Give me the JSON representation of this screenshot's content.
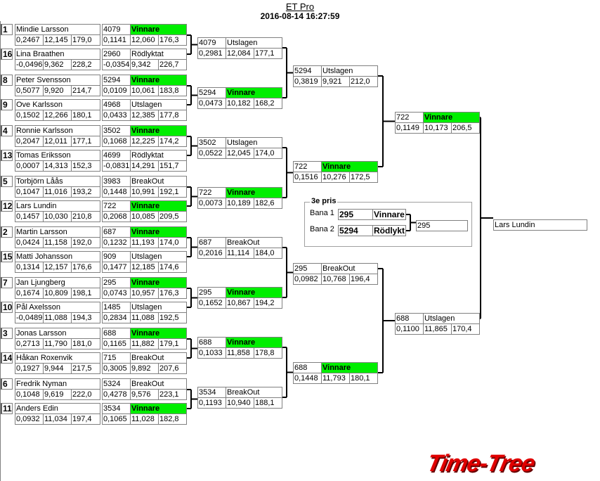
{
  "header": {
    "title": "ET Pro",
    "datetime": "2016-08-14 16:27:59"
  },
  "round1": [
    {
      "seed": "1",
      "name": "Mindie Larsson",
      "stats": [
        "0,2467",
        "12,145",
        "179,0"
      ],
      "result": {
        "number": "4079",
        "status": "Vinnare",
        "stats": [
          "0,1141",
          "12,060",
          "176,3"
        ]
      }
    },
    {
      "seed": "16",
      "name": "Lina Braathen",
      "stats": [
        "-0,0496",
        "9,362",
        "228,2"
      ],
      "result": {
        "number": "2960",
        "status": "Rödlyktat",
        "stats": [
          "-0,0354",
          "9,342",
          "226,7"
        ]
      }
    },
    {
      "seed": "8",
      "name": "Peter Svensson",
      "stats": [
        "0,5077",
        "9,920",
        "214,7"
      ],
      "result": {
        "number": "5294",
        "status": "Vinnare",
        "stats": [
          "0,0109",
          "10,061",
          "183,8"
        ]
      }
    },
    {
      "seed": "9",
      "name": "Ove Karlsson",
      "stats": [
        "0,1502",
        "12,266",
        "180,1"
      ],
      "result": {
        "number": "4968",
        "status": "Utslagen",
        "stats": [
          "0,0433",
          "12,385",
          "177,8"
        ]
      }
    },
    {
      "seed": "4",
      "name": "Ronnie  Karlsson",
      "stats": [
        "0,2047",
        "12,011",
        "177,1"
      ],
      "result": {
        "number": "3502",
        "status": "Vinnare",
        "stats": [
          "0,1068",
          "12,225",
          "174,2"
        ]
      }
    },
    {
      "seed": "13",
      "name": "Tomas Eriksson",
      "stats": [
        "0,0007",
        "14,313",
        "152,3"
      ],
      "result": {
        "number": "4699",
        "status": "Rödlyktat",
        "stats": [
          "-0,0831",
          "14,291",
          "151,7"
        ]
      }
    },
    {
      "seed": "5",
      "name": "Torbjörn Låås",
      "stats": [
        "0,1047",
        "11,016",
        "193,2"
      ],
      "result": {
        "number": "3983",
        "status": "BreakOut",
        "stats": [
          "0,1448",
          "10,991",
          "192,1"
        ]
      }
    },
    {
      "seed": "12",
      "name": "Lars Lundin",
      "stats": [
        "0,1457",
        "10,030",
        "210,8"
      ],
      "result": {
        "number": "722",
        "status": "Vinnare",
        "stats": [
          "0,2068",
          "10,085",
          "209,5"
        ]
      }
    },
    {
      "seed": "2",
      "name": "Martin Larsson",
      "stats": [
        "0,0424",
        "11,158",
        "192,0"
      ],
      "result": {
        "number": "687",
        "status": "Vinnare",
        "stats": [
          "0,1232",
          "11,193",
          "174,0"
        ]
      }
    },
    {
      "seed": "15",
      "name": "Matti Johansson",
      "stats": [
        "0,1314",
        "12,157",
        "176,6"
      ],
      "result": {
        "number": "909",
        "status": "Utslagen",
        "stats": [
          "0,1477",
          "12,185",
          "174,6"
        ]
      }
    },
    {
      "seed": "7",
      "name": "Jan Ljungberg",
      "stats": [
        "0,1674",
        "10,809",
        "198,1"
      ],
      "result": {
        "number": "295",
        "status": "Vinnare",
        "stats": [
          "0,0743",
          "10,957",
          "176,3"
        ]
      }
    },
    {
      "seed": "10",
      "name": "Pål Axelsson",
      "stats": [
        "-0,0489",
        "11,088",
        "194,3"
      ],
      "result": {
        "number": "1485",
        "status": "Utslagen",
        "stats": [
          "0,2834",
          "11,088",
          "192,5"
        ]
      }
    },
    {
      "seed": "3",
      "name": "Jonas Larsson",
      "stats": [
        "0,2713",
        "11,790",
        "181,0"
      ],
      "result": {
        "number": "688",
        "status": "Vinnare",
        "stats": [
          "0,1165",
          "11,882",
          "179,1"
        ]
      }
    },
    {
      "seed": "14",
      "name": "Håkan Roxenvik",
      "stats": [
        "0,1927",
        "9,944",
        "217,5"
      ],
      "result": {
        "number": "715",
        "status": "BreakOut",
        "stats": [
          "0,3005",
          "9,892",
          "207,6"
        ]
      }
    },
    {
      "seed": "6",
      "name": "Fredrik Nyman",
      "stats": [
        "0,1048",
        "9,619",
        "222,0"
      ],
      "result": {
        "number": "5324",
        "status": "BreakOut",
        "stats": [
          "0,4278",
          "9,576",
          "223,1"
        ]
      }
    },
    {
      "seed": "11",
      "name": "Anders Edin",
      "stats": [
        "0,0932",
        "11,034",
        "197,4"
      ],
      "result": {
        "number": "3534",
        "status": "Vinnare",
        "stats": [
          "0,1065",
          "11,028",
          "182,8"
        ]
      }
    }
  ],
  "round2": [
    {
      "number": "4079",
      "status": "Utslagen",
      "stats": [
        "0,2981",
        "12,084",
        "177,1"
      ]
    },
    {
      "number": "5294",
      "status": "Vinnare",
      "stats": [
        "0,0473",
        "10,182",
        "168,2"
      ]
    },
    {
      "number": "3502",
      "status": "Utslagen",
      "stats": [
        "0,0522",
        "12,045",
        "174,0"
      ]
    },
    {
      "number": "722",
      "status": "Vinnare",
      "stats": [
        "0,0073",
        "10,189",
        "182,6"
      ]
    },
    {
      "number": "687",
      "status": "BreakOut",
      "stats": [
        "0,2016",
        "11,114",
        "184,0"
      ]
    },
    {
      "number": "295",
      "status": "Vinnare",
      "stats": [
        "0,1652",
        "10,867",
        "194,2"
      ]
    },
    {
      "number": "688",
      "status": "Vinnare",
      "stats": [
        "0,1033",
        "11,858",
        "178,8"
      ]
    },
    {
      "number": "3534",
      "status": "BreakOut",
      "stats": [
        "0,1193",
        "10,940",
        "188,1"
      ]
    }
  ],
  "round3": [
    {
      "number": "5294",
      "status": "Utslagen",
      "stats": [
        "0,3819",
        "9,921",
        "212,0"
      ]
    },
    {
      "number": "722",
      "status": "Vinnare",
      "stats": [
        "0,1516",
        "10,276",
        "172,5"
      ]
    },
    {
      "number": "295",
      "status": "BreakOut",
      "stats": [
        "0,0982",
        "10,768",
        "196,4"
      ]
    },
    {
      "number": "688",
      "status": "Vinnare",
      "stats": [
        "0,1448",
        "11,793",
        "180,1"
      ]
    }
  ],
  "round4": [
    {
      "number": "722",
      "status": "Vinnare",
      "stats": [
        "0,1149",
        "10,173",
        "206,5"
      ]
    },
    {
      "number": "688",
      "status": "Utslagen",
      "stats": [
        "0,1100",
        "11,865",
        "170,4"
      ]
    }
  ],
  "final": {
    "winner": "Lars Lundin"
  },
  "third_place": {
    "title": "3e pris",
    "lanes": [
      {
        "label": "Bana 1",
        "number": "295",
        "status": "Vinnare"
      },
      {
        "label": "Bana 2",
        "number": "5294",
        "status": "Rödlykt"
      }
    ],
    "result": "295"
  },
  "logo": "Time-Tree",
  "colors": {
    "winner": "#00ee00",
    "logo": "#e00000"
  }
}
